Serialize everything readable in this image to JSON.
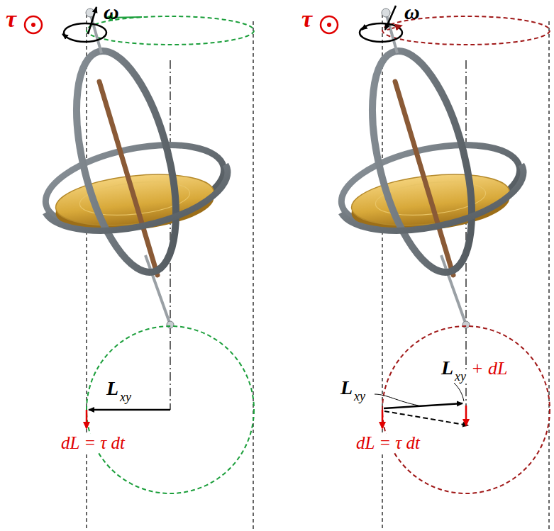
{
  "diagram": {
    "labels": [
      "τ",
      "ω",
      "L",
      "xy",
      "dL = τ dt",
      "τ",
      "ω",
      "L",
      "xy",
      "L",
      "xy",
      "+ dL",
      "dL = τ dt"
    ]
  }
}
